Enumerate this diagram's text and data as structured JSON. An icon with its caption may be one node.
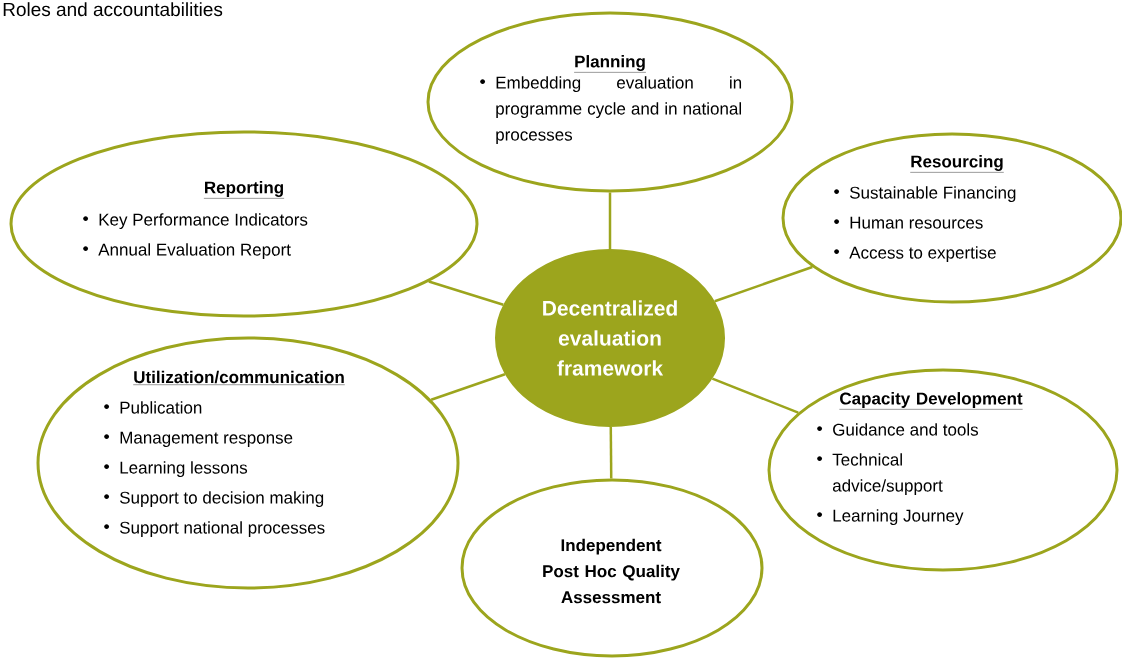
{
  "diagram": {
    "title": "Roles and accountabilities",
    "nodes": [
      {
        "text": [
          "Decentralized evaluation framework"
        ]
      },
      {
        "text": [
          "Planning",
          "Embedding evaluation in programme cycle and in national processes"
        ]
      },
      {
        "text": [
          "Resourcing",
          "Sustainable Financing",
          "Human resources",
          "Access to expertise"
        ]
      },
      {
        "text": [
          "Capacity Development",
          "Guidance and tools",
          "Technical advice/support",
          "Learning Journey"
        ]
      },
      {
        "text": [
          "Independent Post Hoc Quality Assessment"
        ]
      },
      {
        "text": [
          "Utilization/communication",
          "Publication",
          "Management response",
          "Learning lessons",
          "Support to decision making",
          "Support national processes"
        ]
      },
      {
        "text": [
          "Reporting",
          "Key Performance Indicators",
          "Annual Evaluation Report"
        ]
      }
    ],
    "edges": [
      {
        "from": 0,
        "to": 1,
        "arrow": "none"
      },
      {
        "from": 0,
        "to": 2,
        "arrow": "none"
      },
      {
        "from": 0,
        "to": 3,
        "arrow": "none"
      },
      {
        "from": 0,
        "to": 4,
        "arrow": "none"
      },
      {
        "from": 0,
        "to": 5,
        "arrow": "none"
      },
      {
        "from": 0,
        "to": 6,
        "arrow": "none"
      }
    ]
  }
}
